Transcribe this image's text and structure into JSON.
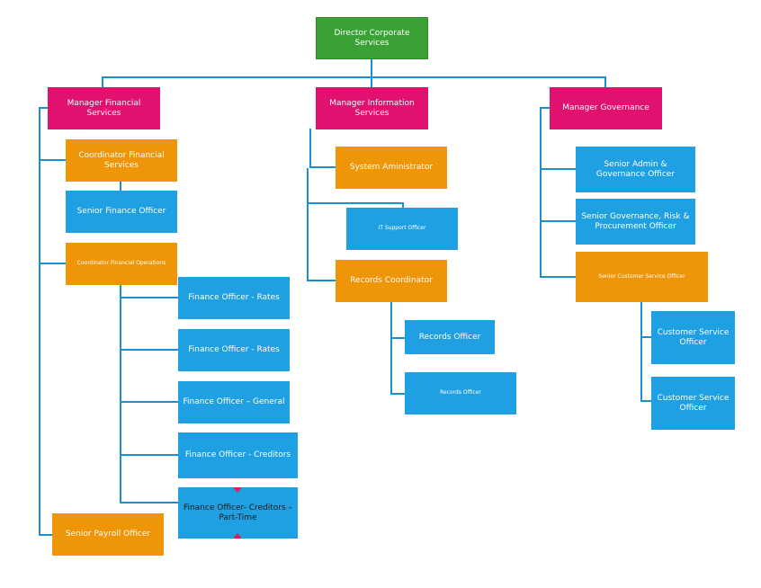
{
  "title": "Director Corporate Services",
  "managers": {
    "financial": "Manager Financial Services",
    "information": "Manager Information Services",
    "governance": "Manager Governance"
  },
  "financial": {
    "coordinator_services": "Coordinator Financial Services",
    "senior_finance_officer": "Senior Finance Officer",
    "coordinator_operations": "Coordinator Financial Operations",
    "finance_rates_1": "Finance Officer - Rates",
    "finance_rates_2": "Finance Officer - Rates",
    "finance_general": "Finance Officer – General",
    "finance_creditors": "Finance Officer - Creditors",
    "finance_creditors_pt": "Finance Officer- Creditors – Part-Time",
    "senior_payroll": "Senior Payroll Officer"
  },
  "information": {
    "system_admin": "System Aministrator",
    "it_support": "IT Support Officer",
    "records_coordinator": "Records Coordinator",
    "records_officer_1": "Records Officer",
    "records_officer_2": "Records Officer"
  },
  "governance": {
    "senior_admin": "Senior Admin & Governance Officer",
    "senior_governance": "Senior Governance, Risk & Procurement Officer",
    "senior_customer_service": "Senior Customer Service Officer",
    "customer_service_1": "Customer Service Officer",
    "customer_service_2": "Customer Service Officer"
  },
  "colors": {
    "director": "#3aa235",
    "manager": "#e0116f",
    "coordinator": "#ee9508",
    "officer": "#1ea0e2",
    "connector": "#1b8fd0"
  }
}
